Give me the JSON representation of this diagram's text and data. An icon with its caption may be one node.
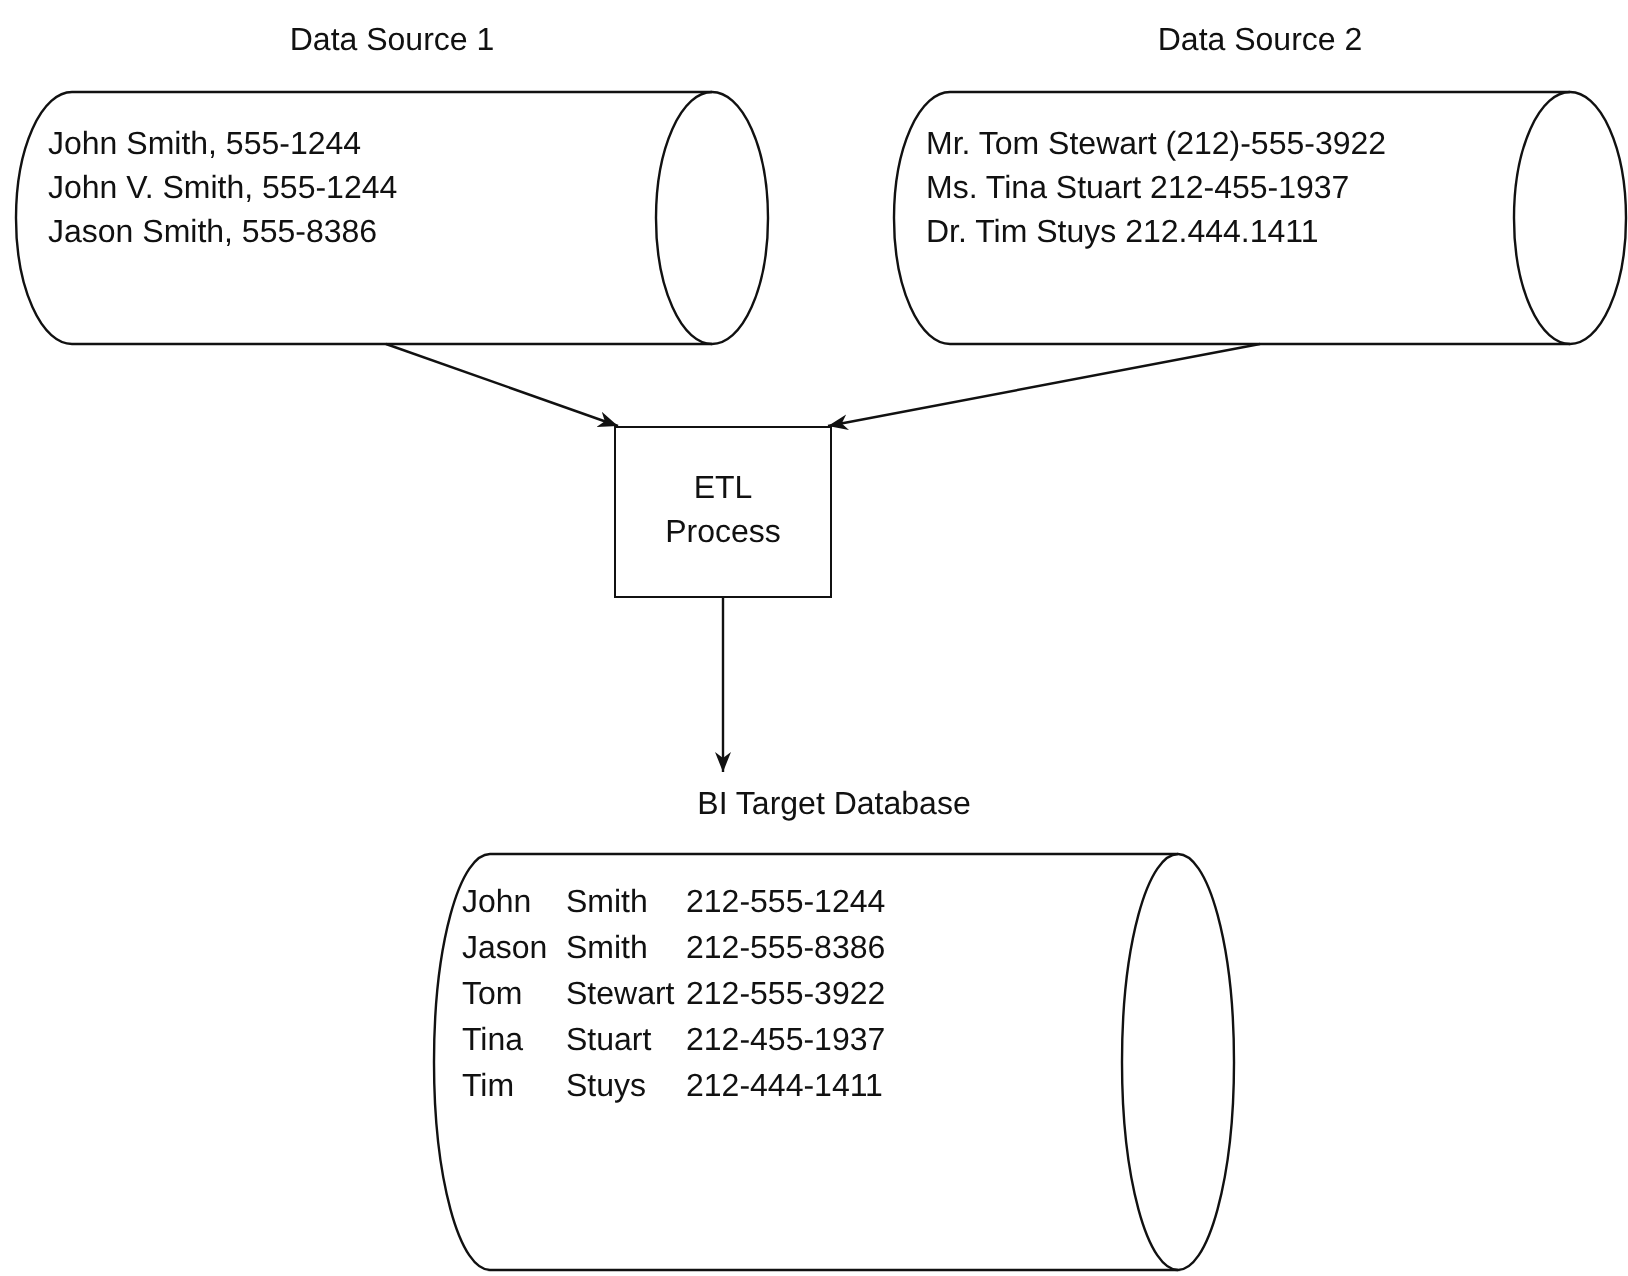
{
  "diagram": {
    "nodes": [
      {
        "text": [
          "Data Source 1",
          "John Smith, 555-1244",
          "John V. Smith, 555-1244",
          "Jason Smith, 555-8386"
        ]
      },
      {
        "text": [
          "Data Source 2",
          "Mr. Tom Stewart (212)-555-3922",
          "Ms. Tina Stuart 212-455-1937",
          "Dr. Tim Stuys 212.444.1411"
        ]
      },
      {
        "text": [
          "ETL Process"
        ]
      },
      {
        "text": [
          "BI Target Database",
          "John",
          "Smith",
          "212-555-1244",
          "Jason",
          "Smith",
          "212-555-8386",
          "Tom",
          "Stewart",
          "212-555-3922",
          "Tina",
          "Stuart",
          "212-455-1937",
          "Tim",
          "Stuys",
          "212-444-1411"
        ]
      }
    ],
    "edges": [
      {
        "from": 0,
        "to": 2,
        "arrow": "to"
      },
      {
        "from": 1,
        "to": 2,
        "arrow": "to"
      },
      {
        "from": 2,
        "to": 3,
        "arrow": "to"
      }
    ]
  }
}
